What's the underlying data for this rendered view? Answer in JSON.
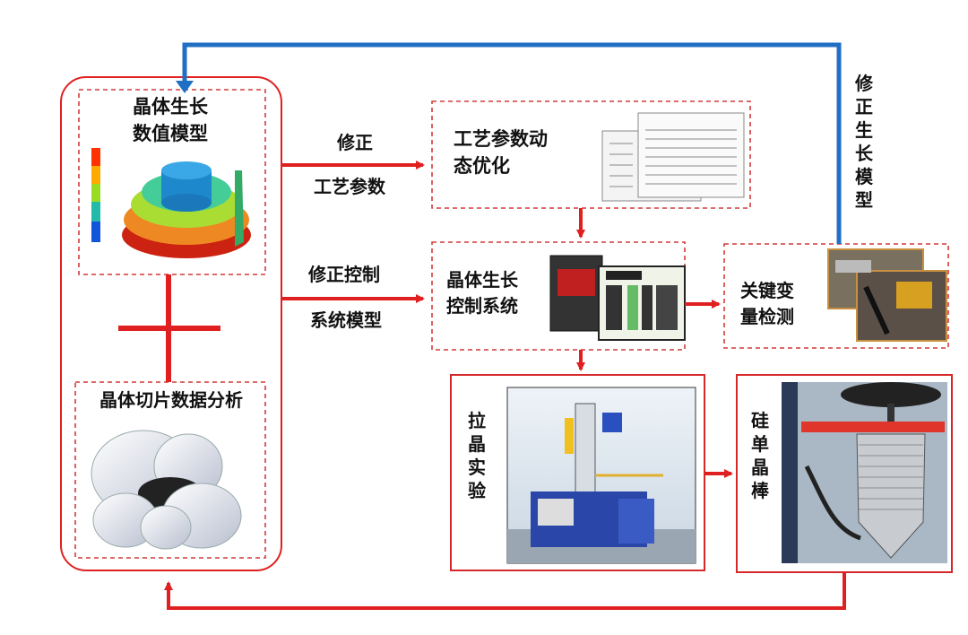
{
  "left_panel": {
    "model_title": "晶体生长\n数值模型",
    "slice_title": "晶体切片数据分析"
  },
  "arrows": {
    "upper_label_line1": "修正",
    "upper_label_line2": "工艺参数",
    "middle_label_line1": "修正控制",
    "middle_label_line2": "系统模型",
    "right_vertical_label": "修正生长模型"
  },
  "nodes": {
    "process_opt": "工艺参数动\n态优化",
    "control_system": "晶体生长\n控制系统",
    "key_variable": "关键变\n量检测",
    "pulling_experiment": "拉晶实验",
    "silicon_rod": "硅单晶棒"
  },
  "colors": {
    "red": "#e02020",
    "blue": "#1f6fc4",
    "dash_red": "#d23a3a"
  }
}
